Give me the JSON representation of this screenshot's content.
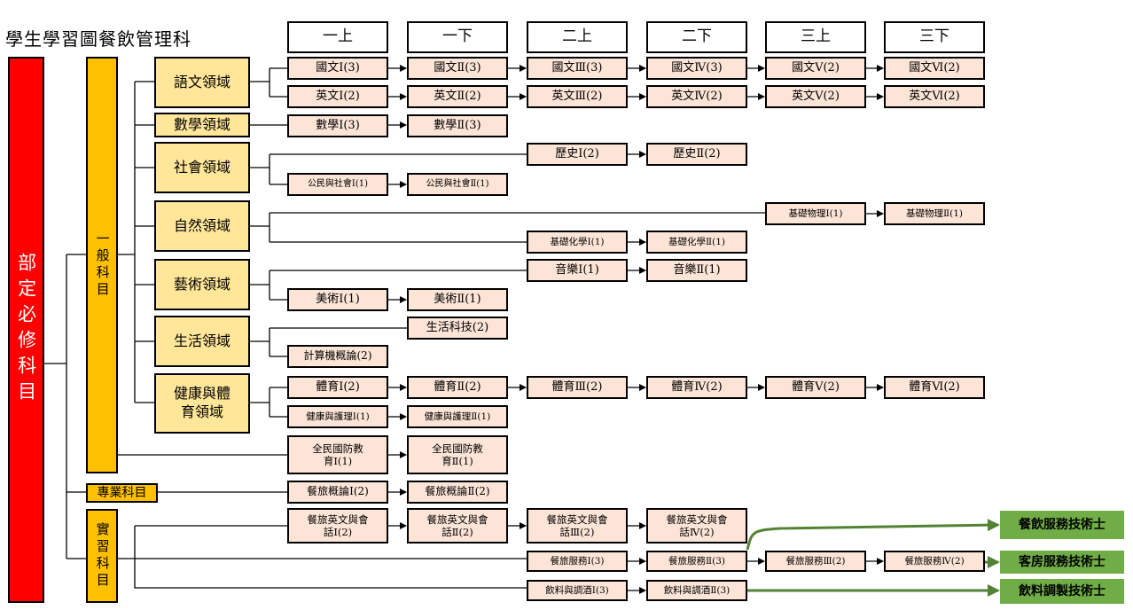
{
  "title": "學生學習圖餐飲管理科",
  "semesters": [
    "一上",
    "一下",
    "二上",
    "二下",
    "三上",
    "三下"
  ],
  "required_label": "部定必修科目",
  "general_label": "一般科目",
  "professional_label": "專業科目",
  "practice_label": "實習科目",
  "domains": {
    "language": "語文領域",
    "math": "數學領域",
    "social": "社會領域",
    "science": "自然領域",
    "arts": "藝術領域",
    "life": "生活領域",
    "health": "健康與體育領域"
  },
  "courses": {
    "chinese": [
      "國文Ⅰ(3)",
      "國文Ⅱ(3)",
      "國文Ⅲ(3)",
      "國文Ⅳ(3)",
      "國文Ⅴ(2)",
      "國文Ⅵ(2)"
    ],
    "english": [
      "英文Ⅰ(2)",
      "英文Ⅱ(2)",
      "英文Ⅲ(2)",
      "英文Ⅳ(2)",
      "英文Ⅴ(2)",
      "英文Ⅵ(2)"
    ],
    "math": [
      "數學Ⅰ(3)",
      "數學Ⅱ(3)"
    ],
    "history": [
      "歷史Ⅰ(2)",
      "歷史Ⅱ(2)"
    ],
    "civics": [
      "公民與社會Ⅰ(1)",
      "公民與社會Ⅱ(1)"
    ],
    "physics": [
      "基礎物理Ⅰ(1)",
      "基礎物理Ⅱ(1)"
    ],
    "chemistry": [
      "基礎化學Ⅰ(1)",
      "基礎化學Ⅱ(1)"
    ],
    "music": [
      "音樂Ⅰ(1)",
      "音樂Ⅱ(1)"
    ],
    "art": [
      "美術Ⅰ(1)",
      "美術Ⅱ(1)"
    ],
    "tech": [
      "生活科技(2)"
    ],
    "computer": [
      "計算機概論(2)"
    ],
    "pe": [
      "體育Ⅰ(2)",
      "體育Ⅱ(2)",
      "體育Ⅲ(2)",
      "體育Ⅳ(2)",
      "體育Ⅴ(2)",
      "體育Ⅵ(2)"
    ],
    "health": [
      "健康與護理Ⅰ(1)",
      "健康與護理Ⅱ(1)"
    ],
    "defense": [
      "全民國防教育Ⅰ(1)",
      "全民國防教育Ⅱ(1)"
    ],
    "tourism_intro": [
      "餐旅概論Ⅰ(2)",
      "餐旅概論Ⅱ(2)"
    ],
    "tourism_english": [
      "餐旅英文與會話Ⅰ(2)",
      "餐旅英文與會話Ⅱ(2)",
      "餐旅英文與會話Ⅲ(2)",
      "餐旅英文與會話Ⅳ(2)"
    ],
    "tourism_service": [
      "餐旅服務Ⅰ(3)",
      "餐旅服務Ⅱ(3)",
      "餐旅服務Ⅲ(2)",
      "餐旅服務Ⅳ(2)"
    ],
    "beverage": [
      "飲料與調酒Ⅰ(3)",
      "飲料與調酒Ⅱ(3)"
    ]
  },
  "certificates": [
    "餐飲服務技術士",
    "客房服務技術士",
    "飲料調製技術士"
  ],
  "colors": {
    "required": "#ff0000",
    "category": "#ffc000",
    "domain": "#ffe699",
    "course": "#fce4d6",
    "certificate": "#70ad47"
  }
}
